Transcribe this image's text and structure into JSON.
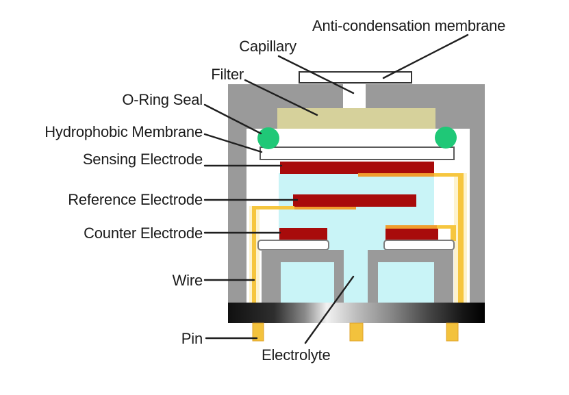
{
  "diagram": {
    "type": "electrochemical-gas-sensor-cross-section",
    "labels": {
      "anti_condensation_membrane": "Anti-condensation membrane",
      "capillary": "Capillary",
      "filter": "Filter",
      "o_ring_seal": "O-Ring Seal",
      "hydrophobic_membrane": "Hydrophobic Membrane",
      "sensing_electrode": "Sensing Electrode",
      "reference_electrode": "Reference Electrode",
      "counter_electrode": "Counter Electrode",
      "wire": "Wire",
      "pin": "Pin",
      "electrolyte": "Electrolyte"
    },
    "colors": {
      "casing": "#9a9a9a",
      "filter": "#d6d19b",
      "oring": "#1fc877",
      "electrode": "#a80b0b",
      "electrolyte": "#c9f4f7",
      "wire": "#f6c63f",
      "wire_orange": "#f09d2e",
      "wire_glow": "#fdf3cf",
      "pin": "#f3c23d",
      "pin_edge": "#dfa32a",
      "support_edge": "#7c7c7c",
      "membrane_edge": "#5a5a5a",
      "bar_edge": "#333333",
      "line": "#1f1f1f",
      "base_dark": "#0a0a0a",
      "base_light": "#f2f2f2"
    }
  }
}
